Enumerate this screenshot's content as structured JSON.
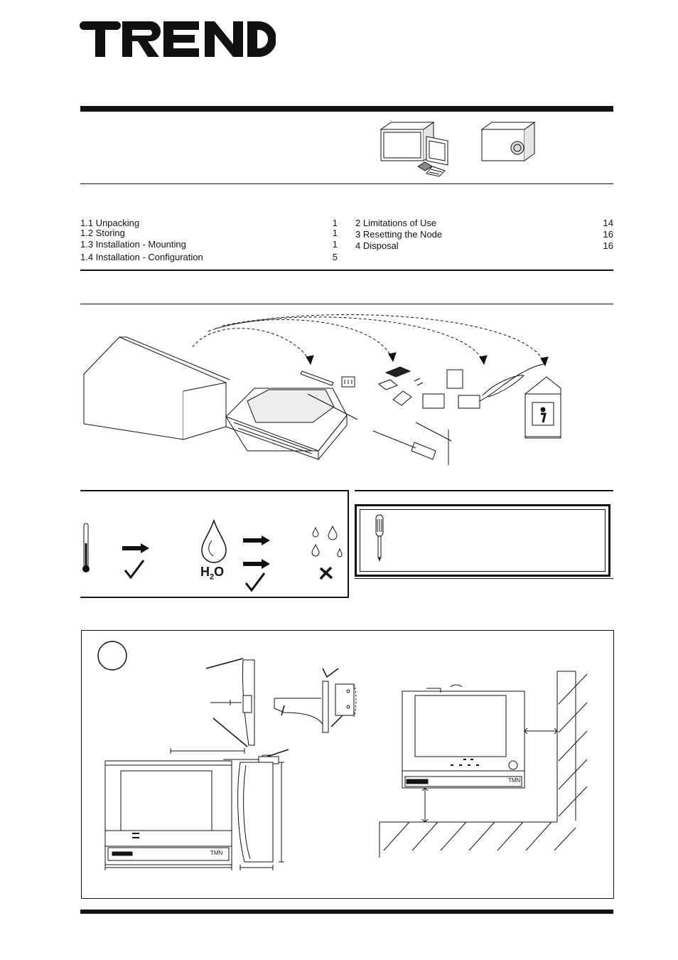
{
  "brand": {
    "name": "TREND"
  },
  "toc": {
    "left": [
      {
        "label": "1.1  Unpacking",
        "page": "1"
      },
      {
        "label": "1.2 Storing",
        "page": "1"
      },
      {
        "label": "1.3 Installation - Mounting",
        "page": "1"
      },
      {
        "label": "1.4 Installation - Configuration",
        "page": "5"
      }
    ],
    "right": [
      {
        "label": "2 Limitations of Use",
        "page": "14"
      },
      {
        "label": "3 Resetting the Node",
        "page": "16"
      },
      {
        "label": "4 Disposal",
        "page": "16"
      }
    ]
  },
  "storage": {
    "h2o_label": "H",
    "h2o_sub": "2",
    "h2o_o": "O"
  },
  "mounting": {
    "device_label_1": "TMN",
    "device_label_2": "TMN"
  },
  "colors": {
    "ink": "#111111",
    "paper": "#ffffff"
  }
}
